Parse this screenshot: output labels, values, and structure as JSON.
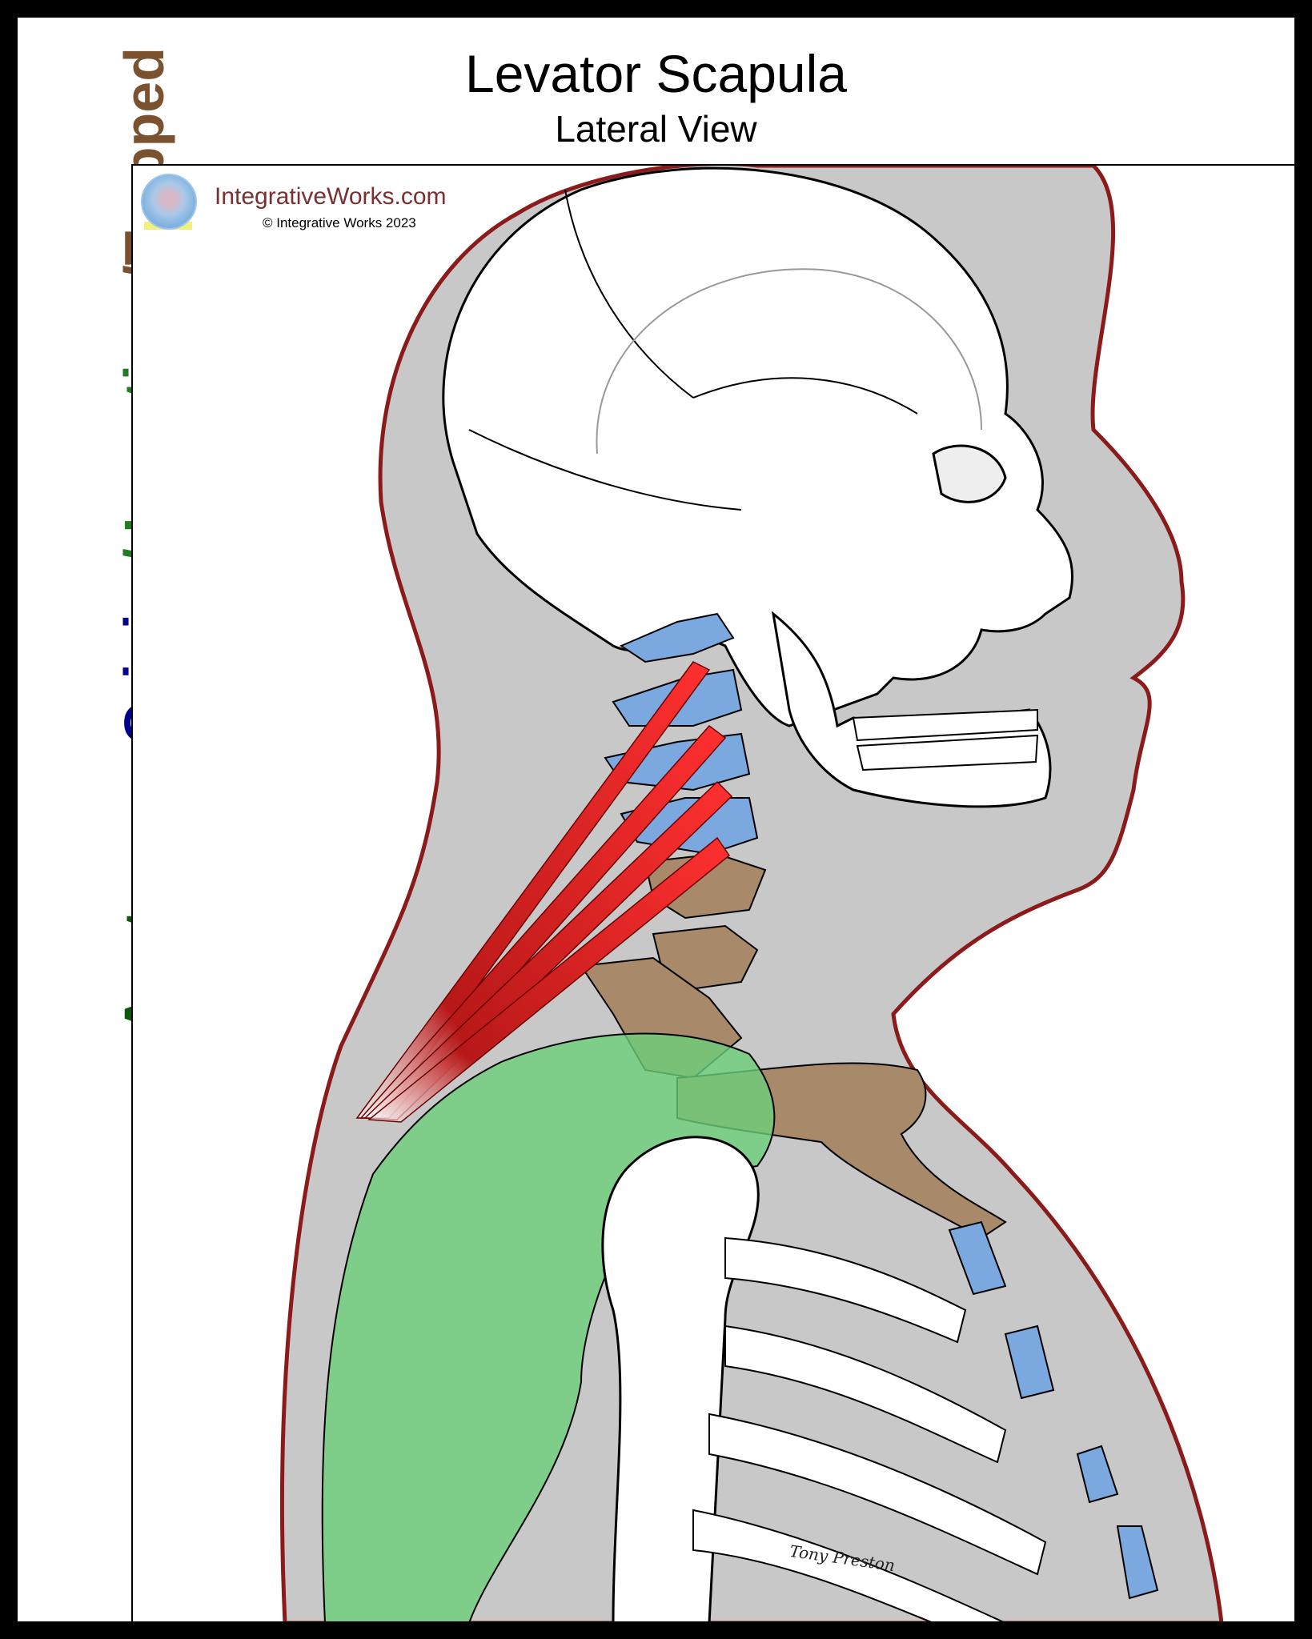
{
  "title": "Levator Scapula",
  "subtitle": "Lateral View",
  "side_label": {
    "anatomy": "Anatomy",
    "sep1": " - ",
    "origin": "Origin",
    "sep2": " / ",
    "insertion": "Insertion",
    "sep3": " /",
    "trapped": "Trapped"
  },
  "brand": {
    "name": "IntegrativeWorks.com",
    "copyright": "© Integrative Works 2023"
  },
  "signature": "Tony Preston",
  "colors": {
    "anatomy": "#0b5a0b",
    "origin": "#00008b",
    "insertion": "#1f7f1f",
    "trapped": "#7a5230",
    "muscle": "#d31c1c",
    "origin_bone": "#7aa8df",
    "insertion_region": "#6ccf7a",
    "trapped_bone": "#a8896a",
    "body_silhouette": "#c8c8c8",
    "outline": "#8b1a1a"
  }
}
